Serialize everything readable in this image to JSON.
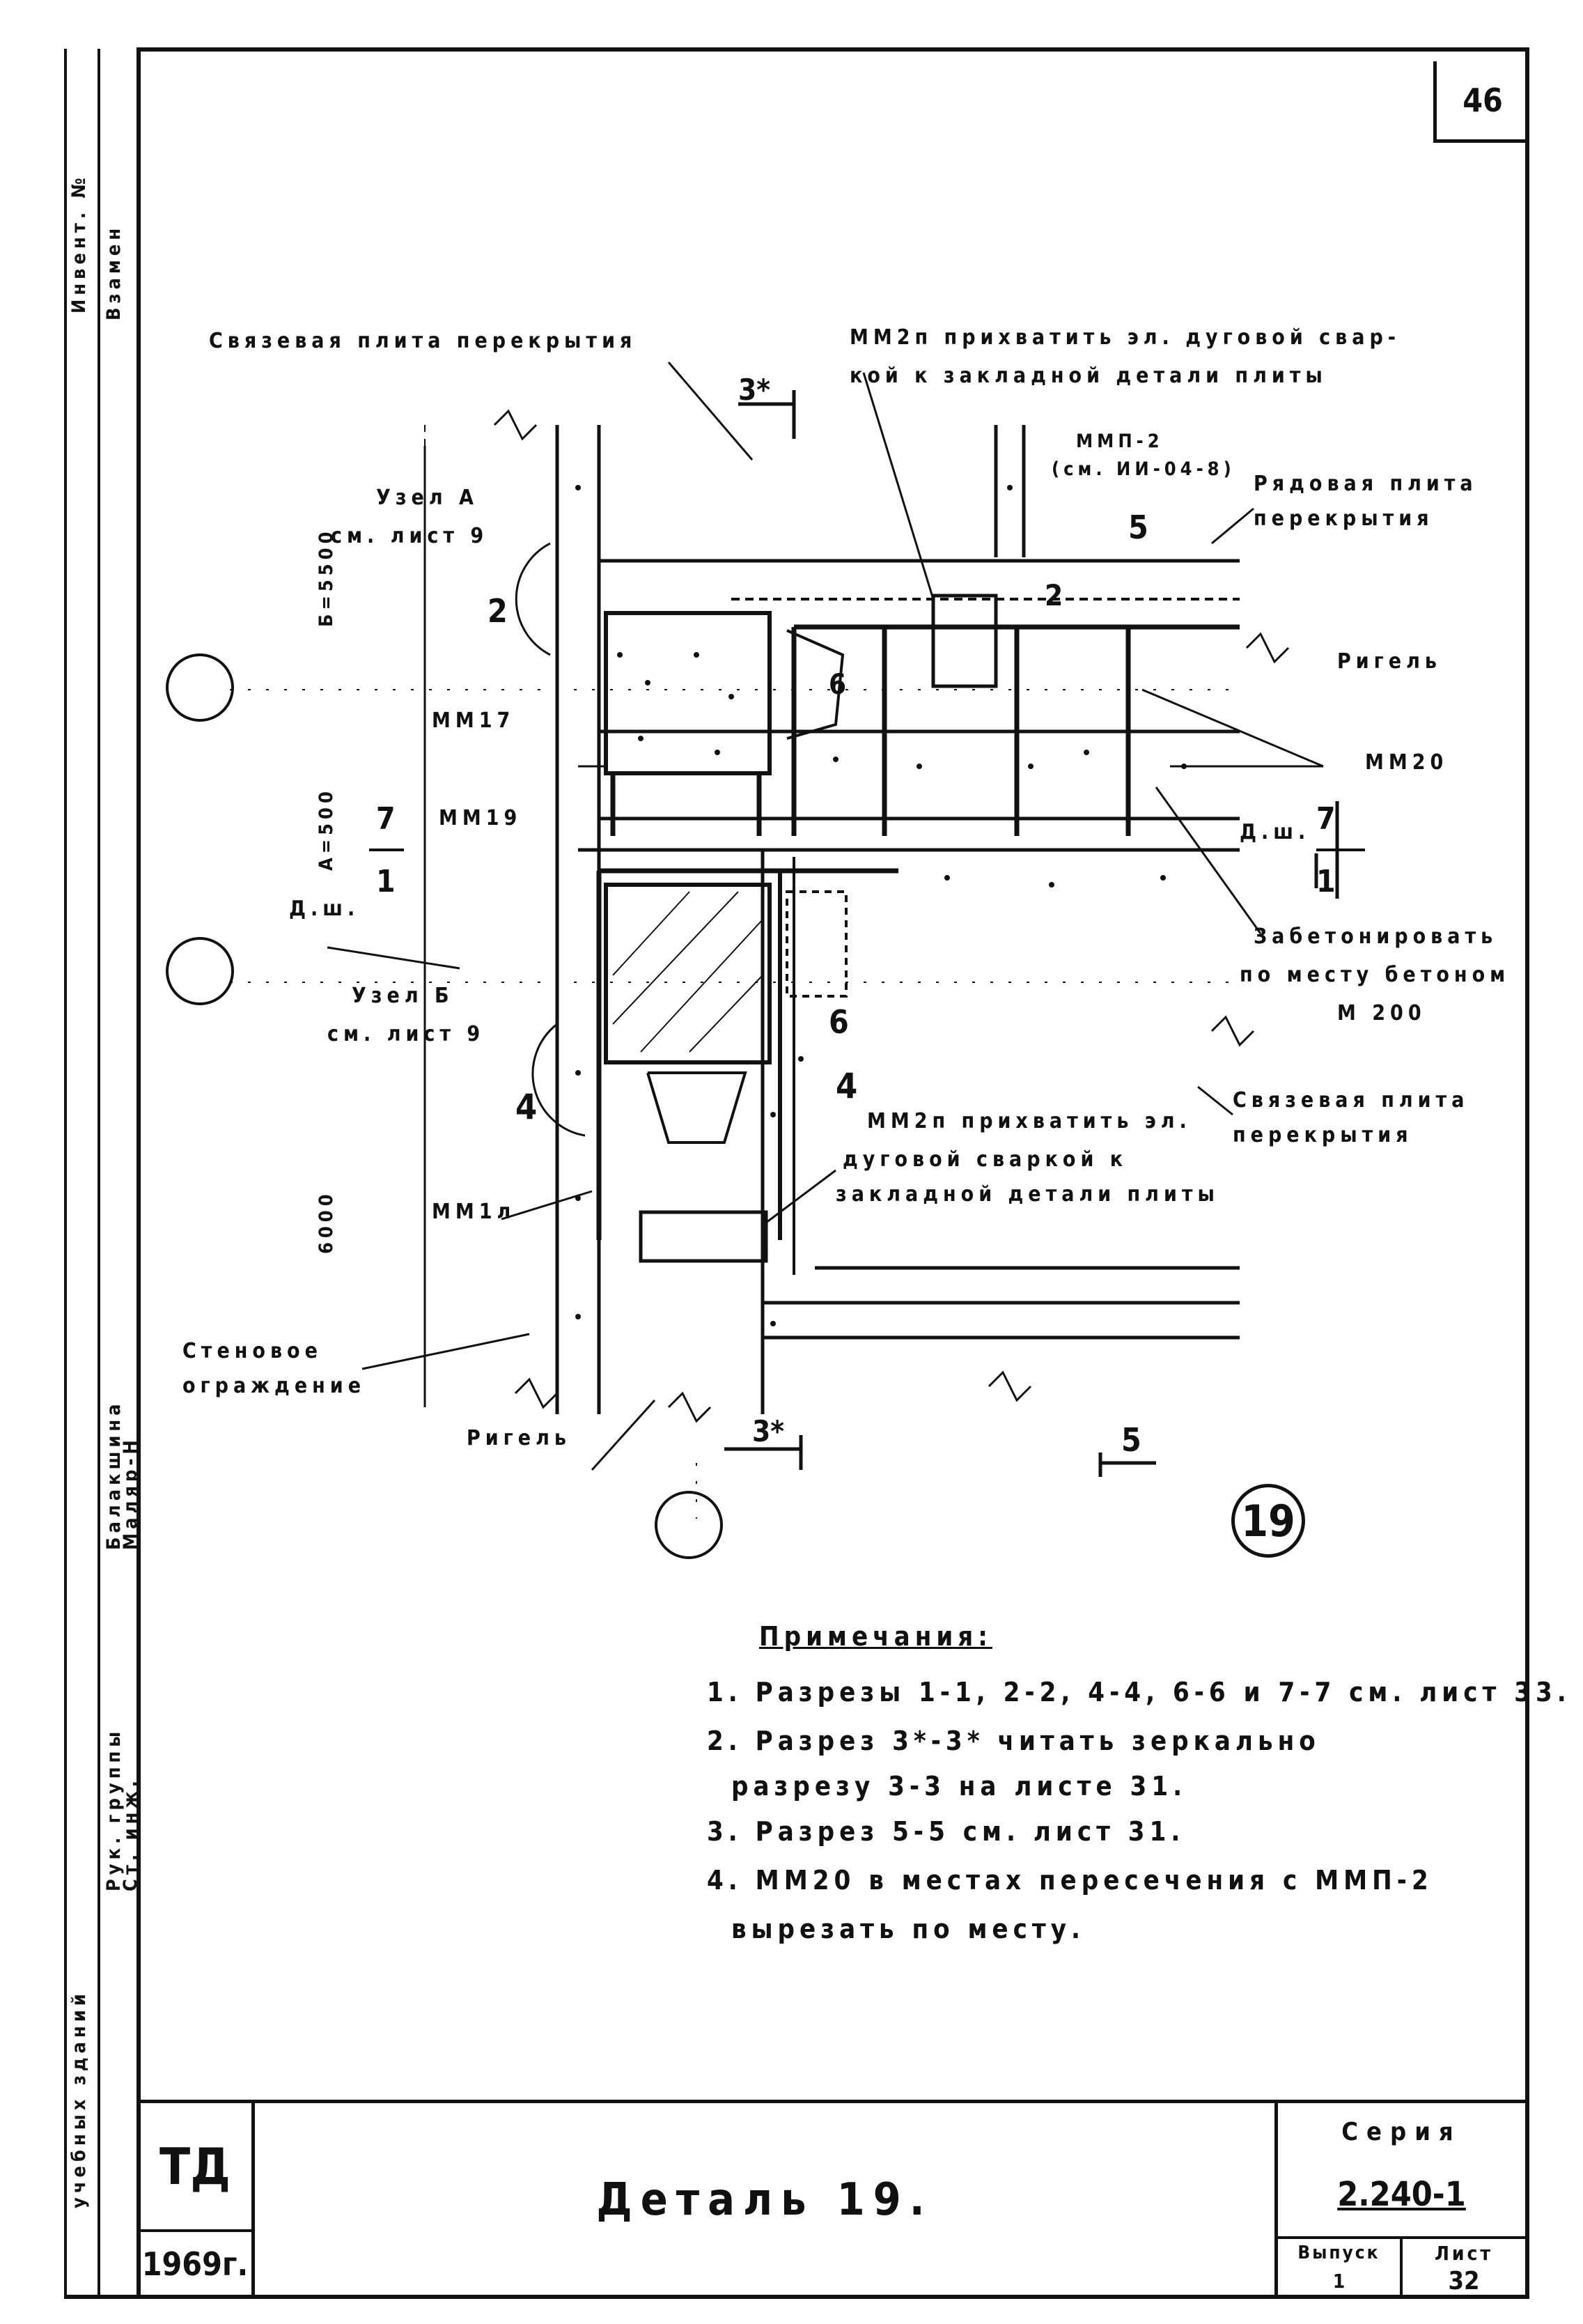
{
  "sheet": {
    "page_number": "46",
    "detail_circle_number": "19"
  },
  "drawing_labels": {
    "tie_slab": "Связевая плита перекрытия",
    "mm2p_top_line1": "ММ2п прихватить эл. дуговой свар-",
    "mm2p_top_line2": "кой к закладной детали плиты",
    "mmp2_line1": "ММП-2",
    "mmp2_line2": "(см. ИИ-04-8)",
    "row_slab_line1": "Рядовая плита",
    "row_slab_line2": "перекрытия",
    "node_a_line1": "Узел А",
    "node_a_line2": "см. лист 9",
    "dim_5500": "Б=5500",
    "crossbar_right": "Ригель",
    "mm17": "ММ17",
    "mm19": "ММ19",
    "mm20": "ММ20",
    "dim_500": "А=500",
    "dsh_left": "Д.ш.",
    "dsh_right": "Д.ш.",
    "concrete_line1": "Забетонировать",
    "concrete_line2": "по месту бетоном",
    "concrete_line3": "М 200",
    "node_b_line1": "Узел Б",
    "node_b_line2": "см. лист 9",
    "tie_slab2_line1": "Связевая плита",
    "tie_slab2_line2": "перекрытия",
    "mm2p_bot_line1": "ММ2п прихватить эл.",
    "mm2p_bot_line2": "дуговой сваркой к",
    "mm2p_bot_line3": "закладной детали плиты",
    "dim_6000": "6000",
    "mm1l": "ММ1л",
    "wall_line1": "Стеновое",
    "wall_line2": "ограждение",
    "crossbar_bottom": "Ригель",
    "cut_3_top": "3*",
    "cut_3_bottom": "3*",
    "cut_5_top": "5",
    "cut_5_bottom": "5",
    "cut_2_left": "2",
    "cut_2_right": "2",
    "cut_6_inner": "6",
    "cut_6_lower": "6",
    "cut_7_num": "7",
    "cut_1_num": "1",
    "cut_7_right": "7",
    "cut_1_right": "1",
    "cut_4_left": "4",
    "cut_4_right": "4"
  },
  "notes": {
    "heading": "Примечания:",
    "items": [
      "1. Разрезы 1-1, 2-2, 4-4, 6-6 и 7-7 см. лист 33.",
      "2. Разрез 3*-3* читать зеркально",
      "разрезу 3-3 на листе 31.",
      "3. Разрез 5-5 см. лист 31.",
      "4. ММ20 в местах пересечения с ММП-2",
      "вырезать по месту."
    ]
  },
  "title_block": {
    "org": "ТД",
    "year": "1969г.",
    "title": "Деталь 19.",
    "series_label": "Серия",
    "series_value": "2.240-1",
    "issue_label": "Выпуск",
    "issue_value": "1",
    "sheet_label": "Лист",
    "sheet_value": "32"
  },
  "side_stamp": {
    "inv_no": "Инвент. №",
    "replaced": "Взамен",
    "building_type": "учебных зданий",
    "role_1": "Рук. группы",
    "role_2": "Ст. инж.",
    "name_1": "Балакшина",
    "name_2": "Маляр-Н"
  }
}
